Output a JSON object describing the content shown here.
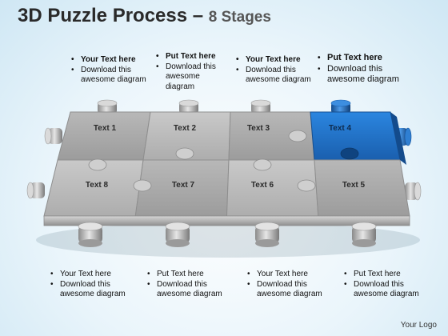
{
  "title": {
    "main": "3D Puzzle Process – ",
    "sub": "8 Stages"
  },
  "puzzle": {
    "pieces": [
      {
        "label": "Text 1",
        "highlight": false
      },
      {
        "label": "Text 2",
        "highlight": false
      },
      {
        "label": "Text 3",
        "highlight": false
      },
      {
        "label": "Text 4",
        "highlight": true
      },
      {
        "label": "Text 8",
        "highlight": false
      },
      {
        "label": "Text 7",
        "highlight": false
      },
      {
        "label": "Text 6",
        "highlight": false
      },
      {
        "label": "Text 5",
        "highlight": false
      }
    ],
    "colors": {
      "gray_face": "#a9a9a9",
      "gray_alt": "#bcbcbc",
      "gray_dark": "#8b8b8b",
      "blue": "#1f6fc6",
      "blue_dark": "#15539b"
    }
  },
  "top_notes": [
    {
      "lines": [
        "Your Text here",
        "Download this awesome diagram"
      ]
    },
    {
      "lines": [
        "Put Text here",
        "Download this awesome diagram"
      ]
    },
    {
      "lines": [
        "Your Text here",
        "Download this awesome diagram"
      ]
    },
    {
      "lines": [
        "Put Text here",
        "Download this awesome diagram"
      ]
    }
  ],
  "bottom_notes": [
    {
      "lines": [
        "Your Text here",
        "Download this awesome diagram"
      ]
    },
    {
      "lines": [
        "Put Text here",
        "Download this awesome diagram"
      ]
    },
    {
      "lines": [
        "Your Text here",
        "Download this awesome diagram"
      ]
    },
    {
      "lines": [
        "Put Text here",
        "Download this awesome diagram"
      ]
    }
  ],
  "logo": "Your Logo"
}
